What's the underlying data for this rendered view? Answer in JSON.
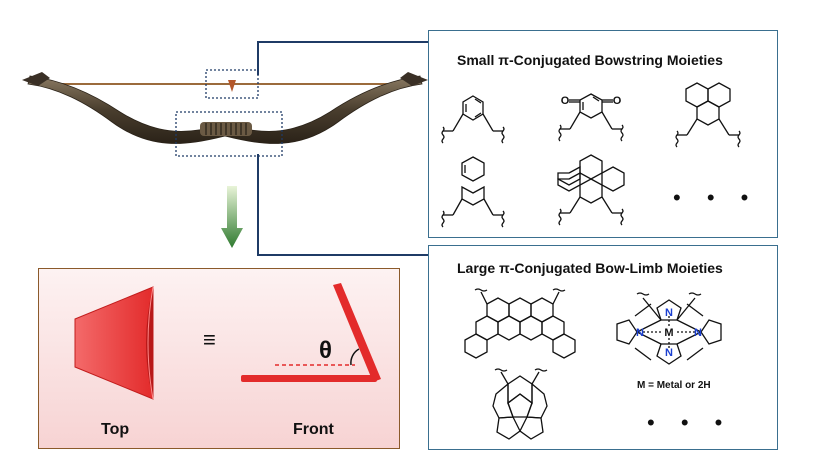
{
  "top_panel": {
    "title": "Small π-Conjugated Bowstring Moieties",
    "ellipsis": "• • •"
  },
  "bottom_panel": {
    "title": "Large π-Conjugated Bow-Limb Moieties",
    "metal_label": "M = Metal or 2H",
    "ellipsis": "• • •",
    "atom_m": "M",
    "atom_n": "N"
  },
  "model_box": {
    "equiv_symbol": "≡",
    "theta_symbol": "θ",
    "top_caption": "Top",
    "front_caption": "Front"
  },
  "colors": {
    "panel_border": "#3a6f8f",
    "connector": "#1f3b66",
    "model_border": "#8b5a2b",
    "model_bg": "#fcecec",
    "bow_red": "#e32b2b",
    "nitrogen": "#1a3fd1"
  }
}
